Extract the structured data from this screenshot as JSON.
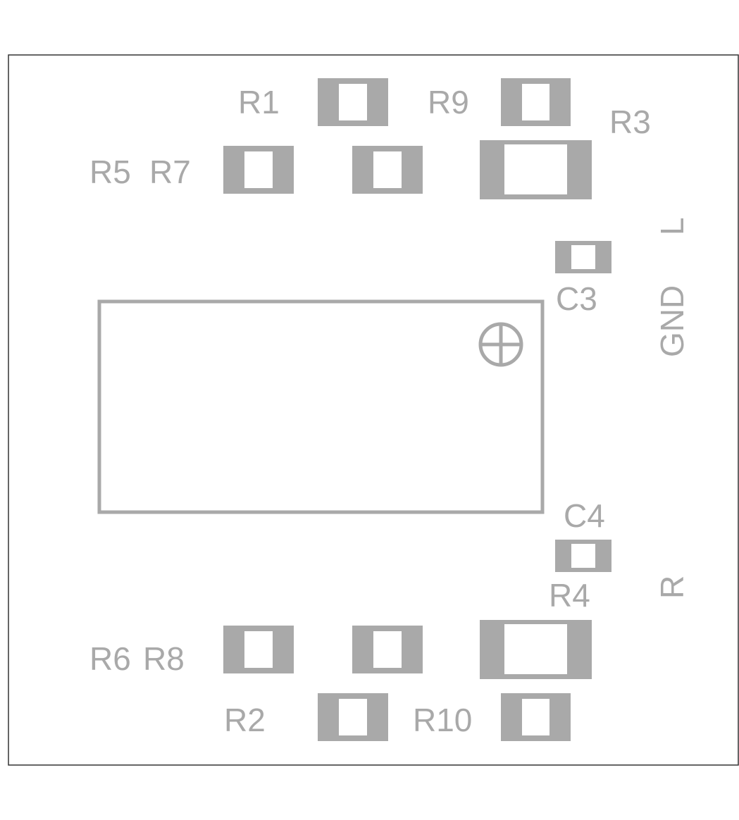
{
  "board": {
    "colors": {
      "outline": "#333333",
      "silkscreen": "#a9a9a9",
      "background": "#ffffff",
      "pad_fill": "#ffffff"
    }
  },
  "components": {
    "r1": "R1",
    "r9": "R9",
    "r3": "R3",
    "r5": "R5",
    "r7": "R7",
    "c3": "C3",
    "c4": "C4",
    "r4": "R4",
    "r6": "R6",
    "r8": "R8",
    "r2": "R2",
    "r10": "R10"
  },
  "connectors": {
    "l": "L",
    "gnd": "GND",
    "r": "R"
  }
}
